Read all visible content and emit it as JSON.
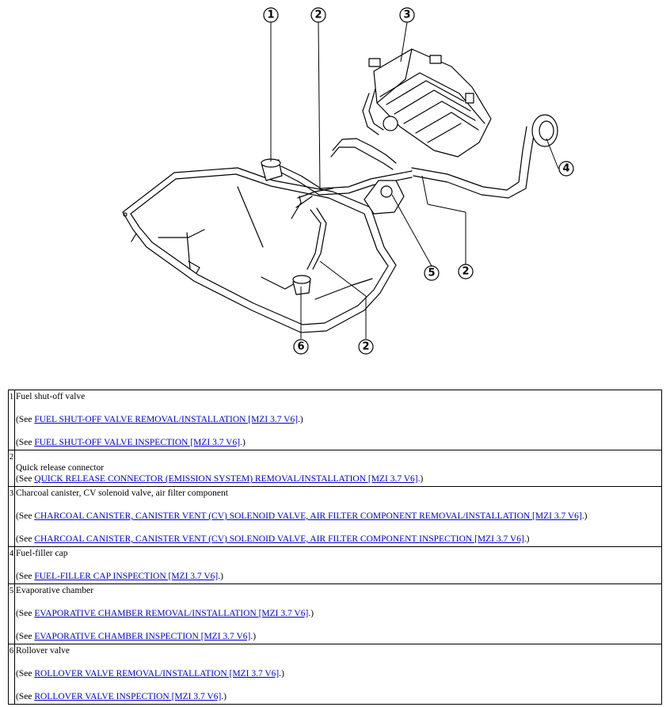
{
  "callouts": {
    "c1": "1",
    "c2a": "2",
    "c3": "3",
    "c4": "4",
    "c5": "5",
    "c2b": "2",
    "c6": "6",
    "c2c": "2"
  },
  "parts": [
    {
      "number": "1",
      "name": "Fuel shut-off valve",
      "leading_blank": false,
      "refs": [
        {
          "prefix": "(See ",
          "link": "FUEL SHUT-OFF VALVE REMOVAL/INSTALLATION [MZI 3.7 V6]",
          "suffix": ".)"
        },
        {
          "prefix": "(See ",
          "link": "FUEL SHUT-OFF VALVE INSPECTION [MZI 3.7 V6]",
          "suffix": ".)"
        }
      ]
    },
    {
      "number": "2",
      "name": "Quick release connector",
      "leading_blank": true,
      "refs": [
        {
          "prefix": "(See ",
          "link": "QUICK RELEASE CONNECTOR (EMISSION SYSTEM) REMOVAL/INSTALLATION [MZI 3.7 V6]",
          "suffix": ".)"
        }
      ]
    },
    {
      "number": "3",
      "name": "Charcoal canister, CV solenoid valve, air filter component",
      "leading_blank": false,
      "refs": [
        {
          "prefix": "(See ",
          "link": "CHARCOAL CANISTER, CANISTER VENT (CV) SOLENOID VALVE, AIR FILTER COMPONENT REMOVAL/INSTALLATION [MZI 3.7 V6]",
          "suffix": ".)"
        },
        {
          "prefix": "(See ",
          "link": "CHARCOAL CANISTER, CANISTER VENT (CV) SOLENOID VALVE, AIR FILTER COMPONENT INSPECTION [MZI 3.7 V6]",
          "suffix": ".)"
        }
      ]
    },
    {
      "number": "4",
      "name": "Fuel-filler cap",
      "leading_blank": false,
      "refs": [
        {
          "prefix": "(See ",
          "link": "FUEL-FILLER CAP INSPECTION [MZI 3.7 V6]",
          "suffix": ".)"
        }
      ]
    },
    {
      "number": "5",
      "name": "Evaporative chamber",
      "leading_blank": false,
      "refs": [
        {
          "prefix": "(See ",
          "link": "EVAPORATIVE CHAMBER REMOVAL/INSTALLATION [MZI 3.7 V6]",
          "suffix": ".)"
        },
        {
          "prefix": "(See ",
          "link": "EVAPORATIVE CHAMBER INSPECTION [MZI 3.7 V6]",
          "suffix": ".)"
        }
      ]
    },
    {
      "number": "6",
      "name": "Rollover valve",
      "leading_blank": false,
      "refs": [
        {
          "prefix": "(See ",
          "link": "ROLLOVER VALVE REMOVAL/INSTALLATION [MZI 3.7 V6]",
          "suffix": ".)"
        },
        {
          "prefix": "(See ",
          "link": "ROLLOVER VALVE INSPECTION [MZI 3.7 V6]",
          "suffix": ".)"
        }
      ]
    }
  ]
}
